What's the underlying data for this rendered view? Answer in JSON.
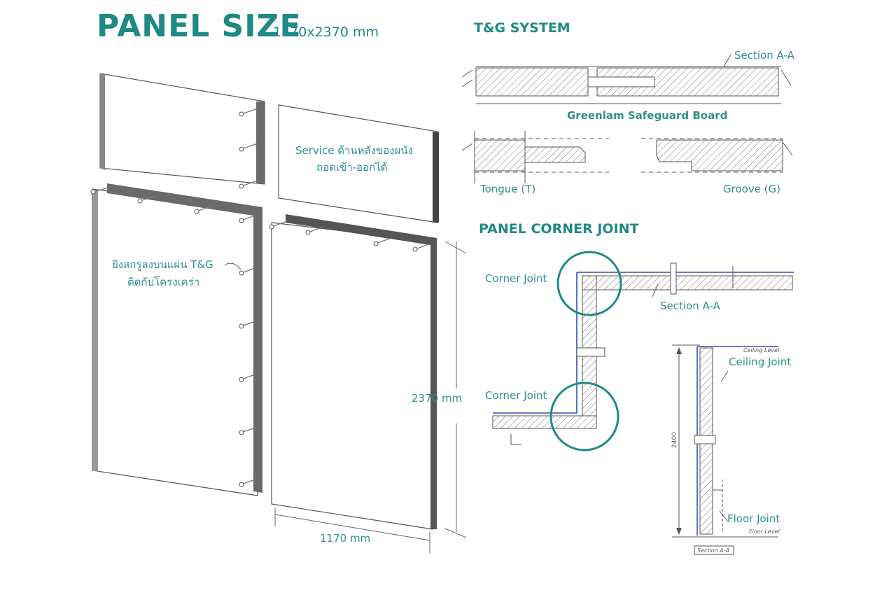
{
  "header": {
    "title": "PANEL SIZE",
    "size_text": "1170x2370 mm"
  },
  "panels": {
    "service_note_line1": "Service ด้านหลังของผนัง",
    "service_note_line2": "ถอดเข้า-ออกได้",
    "fix_note_line1": "ยิงสกรูลงบนแผ่น T&G",
    "fix_note_line2": "ติดกับโครงเคร่า",
    "height_dim": "2370 mm",
    "width_dim": "1170 mm"
  },
  "tg_system": {
    "title": "T&G SYSTEM",
    "section_label": "Section A-A",
    "board_label": "Greenlam Safeguard Board",
    "tongue_label": "Tongue (T)",
    "groove_label": "Groove (G)"
  },
  "corner": {
    "title": "PANEL CORNER JOINT",
    "corner_joint_top": "Corner Joint",
    "corner_joint_bottom": "Corner Joint",
    "section_label": "Section A-A",
    "ceiling_joint": "Ceiling Joint",
    "floor_joint": "Floor Joint",
    "ceiling_level": "Ceiling Level",
    "floor_level": "Floor Level",
    "dim_2400": "2400",
    "section_box": "Section A-A"
  },
  "colors": {
    "accent": "#1f8a85",
    "line_blue": "#3a4bb0",
    "panel_edge": "#555555"
  }
}
